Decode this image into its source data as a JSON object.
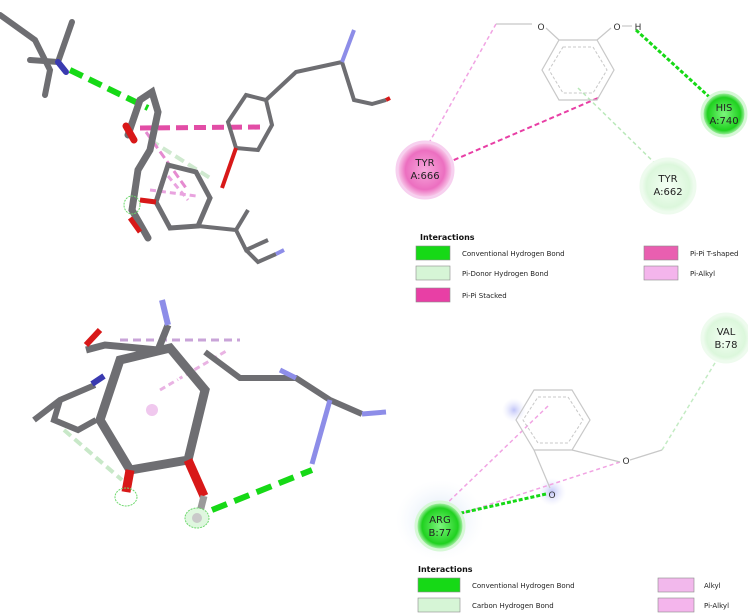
{
  "colors": {
    "conventional_hbond": "#16d916",
    "carbon_hbond": "#d6f5d6",
    "pi_donor_hbond": "#d6f5d6",
    "pi_pi_stacked": "#e83fa5",
    "pi_pi_tshaped": "#e95fb0",
    "pi_alkyl": "#f4b5ec",
    "alkyl": "#f2b8ec",
    "stick_carbon": "#6e6e72",
    "stick_oxygen": "#d81818",
    "stick_nitrogen": "#8d8de8"
  },
  "panel_top": {
    "atoms": {
      "o1": "O",
      "o2": "O",
      "h": "H"
    },
    "residues": [
      {
        "id": "his",
        "line1": "HIS",
        "line2": "A:740"
      },
      {
        "id": "tyr666",
        "line1": "TYR",
        "line2": "A:666"
      },
      {
        "id": "tyr662",
        "line1": "TYR",
        "line2": "A:662"
      }
    ],
    "legend": {
      "title": "Interactions",
      "items": [
        {
          "label": "Conventional Hydrogen Bond"
        },
        {
          "label": "Pi-Donor Hydrogen Bond"
        },
        {
          "label": "Pi-Pi Stacked"
        },
        {
          "label": "Pi-Pi T-shaped"
        },
        {
          "label": "Pi-Alkyl"
        }
      ]
    }
  },
  "panel_bottom": {
    "atoms": {
      "o1": "O",
      "o2": "O"
    },
    "residues": [
      {
        "id": "val",
        "line1": "VAL",
        "line2": "B:78"
      },
      {
        "id": "arg",
        "line1": "ARG",
        "line2": "B:77"
      }
    ],
    "legend": {
      "title": "Interactions",
      "items": [
        {
          "label": "Conventional Hydrogen Bond"
        },
        {
          "label": "Carbon Hydrogen Bond"
        },
        {
          "label": "Alkyl"
        },
        {
          "label": "Pi-Alkyl"
        }
      ]
    }
  }
}
